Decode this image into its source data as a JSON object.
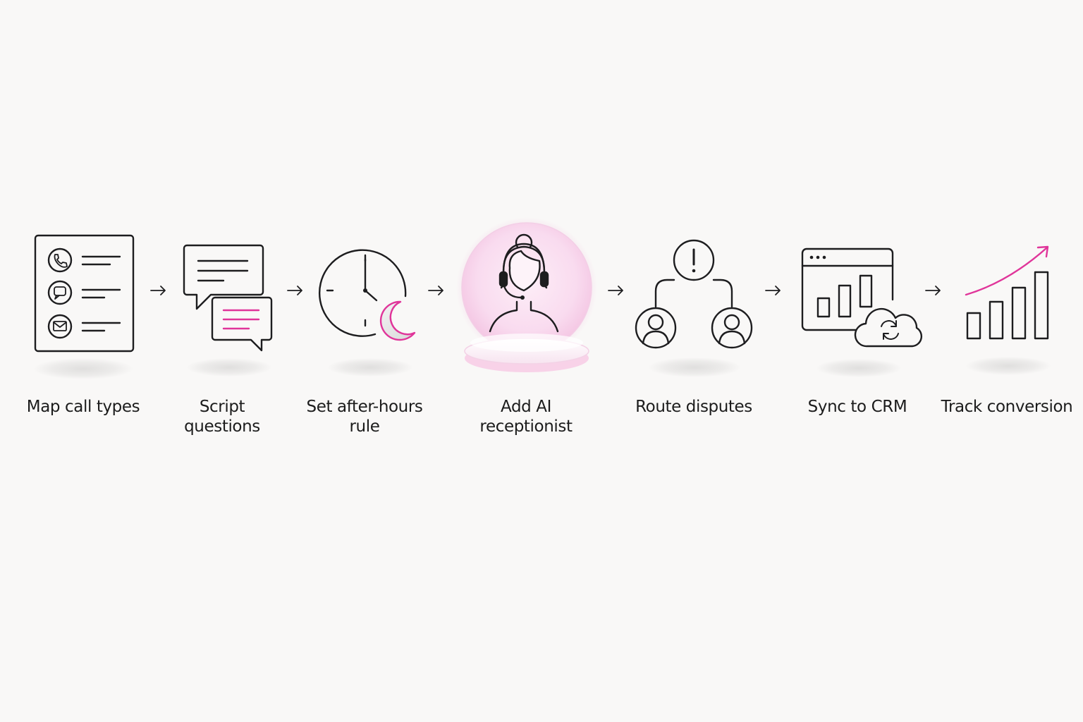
{
  "colors": {
    "background": "#f9f8f7",
    "ink": "#1d1d1f",
    "accent": "#e0359a",
    "accent_glow": "#f7d2ea"
  },
  "steps": [
    {
      "label": "Map call types",
      "icon": "call-types-list-icon"
    },
    {
      "label": "Script questions",
      "icon": "chat-bubbles-icon"
    },
    {
      "label": "Set after-hours rule",
      "icon": "clock-moon-icon"
    },
    {
      "label": "Add AI receptionist",
      "icon": "receptionist-headset-icon",
      "highlighted": true
    },
    {
      "label": "Route disputes",
      "icon": "dispute-routing-icon"
    },
    {
      "label": "Sync to CRM",
      "icon": "crm-sync-icon"
    },
    {
      "label": "Track conversion",
      "icon": "growth-chart-icon"
    }
  ]
}
